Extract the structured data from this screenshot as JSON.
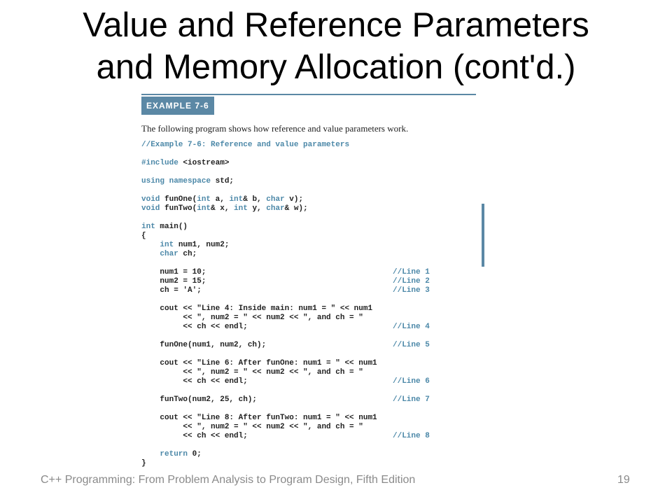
{
  "title": {
    "line1": "Value and Reference Parameters",
    "line2": "and Memory Allocation (cont'd.)"
  },
  "colors": {
    "accent": "#5b88a5",
    "keyword": "#4c88a8"
  },
  "example": {
    "label": "EXAMPLE 7-6",
    "intro": "The following program shows how reference and value parameters work."
  },
  "code": [
    "<c>//Example 7-6: Reference and value parameters</c>",
    "",
    "<c>#include</c> <iostream>",
    "",
    "<c>using namespace</c> std;",
    "",
    "<c>void</c> funOne(<c>int</c> a, <c>int</c>& b, <c>char</c> v);",
    "<c>void</c> funTwo(<c>int</c>& x, <c>int</c> y, <c>char</c>& w);",
    "",
    "<c>int</c> main()",
    "{",
    "    <c>int</c> num1, num2;",
    "    <c>char</c> ch;",
    "",
    "    num1 = 10;",
    "    num2 = 15;",
    "    ch = 'A';",
    "",
    "    cout << \"Line 4: Inside main: num1 = \" << num1",
    "         << \", num2 = \" << num2 << \", and ch = \"",
    "         << ch << endl;",
    "",
    "    funOne(num1, num2, ch);",
    "",
    "    cout << \"Line 6: After funOne: num1 = \" << num1",
    "         << \", num2 = \" << num2 << \", and ch = \"",
    "         << ch << endl;",
    "",
    "    funTwo(num2, 25, ch);",
    "",
    "    cout << \"Line 8: After funTwo: num1 = \" << num1",
    "         << \", num2 = \" << num2 << \", and ch = \"",
    "         << ch << endl;",
    "",
    "    <c>return</c> 0;",
    "}"
  ],
  "line_tags": [
    {
      "row": 14,
      "text": "//Line 1"
    },
    {
      "row": 15,
      "text": "//Line 2"
    },
    {
      "row": 16,
      "text": "//Line 3"
    },
    {
      "row": 20,
      "text": "//Line 4"
    },
    {
      "row": 22,
      "text": "//Line 5"
    },
    {
      "row": 26,
      "text": "//Line 6"
    },
    {
      "row": 28,
      "text": "//Line 7"
    },
    {
      "row": 32,
      "text": "//Line 8"
    }
  ],
  "footer": {
    "text": "C++ Programming: From Problem Analysis to Program Design, Fifth Edition",
    "page": "19"
  }
}
